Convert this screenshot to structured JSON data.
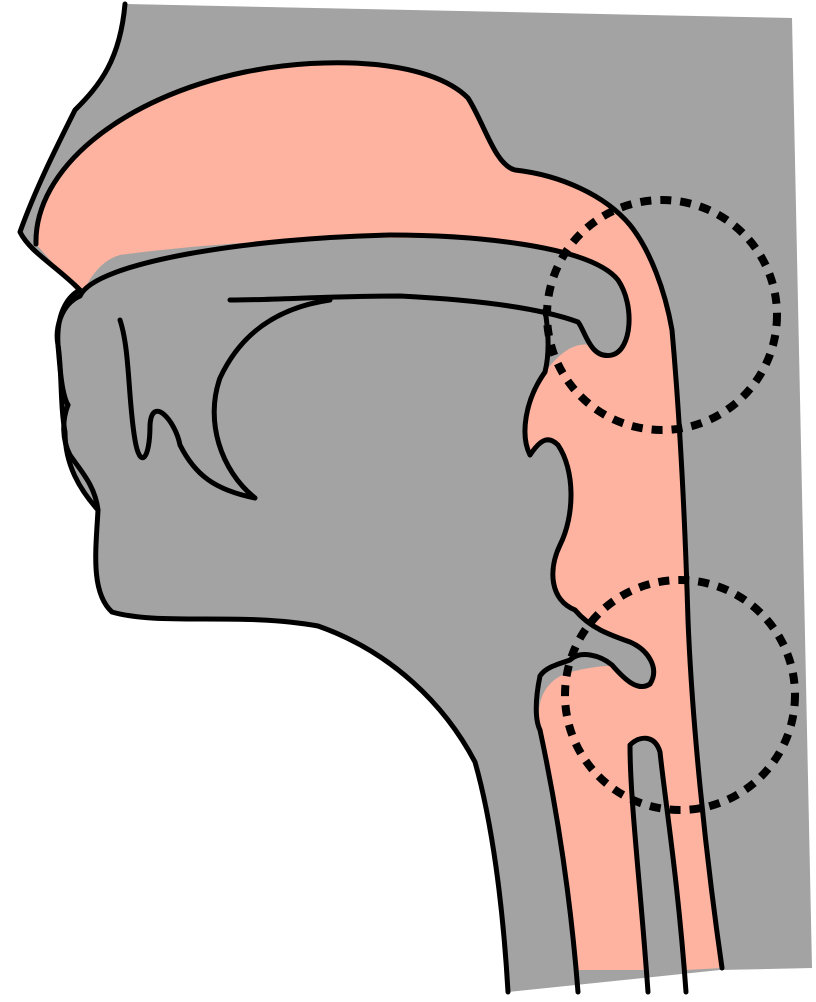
{
  "diagram": {
    "kind": "sagittal section of head and neck",
    "labels": [],
    "colors": {
      "tissue": "#a3a3a3",
      "airway": "#fdb39f",
      "outline": "#000000",
      "background": "#ffffff"
    },
    "regions": [
      {
        "name": "nasal-cavity",
        "fill": "airway"
      },
      {
        "name": "oral-cavity",
        "fill": "airway"
      },
      {
        "name": "pharynx",
        "fill": "airway"
      },
      {
        "name": "larynx",
        "fill": "airway"
      },
      {
        "name": "trachea",
        "fill": "airway"
      },
      {
        "name": "esophagus",
        "fill": "airway"
      },
      {
        "name": "tongue",
        "fill": "tissue"
      },
      {
        "name": "soft-palate",
        "fill": "tissue"
      },
      {
        "name": "epiglottis",
        "fill": "tissue"
      }
    ],
    "highlights": [
      {
        "name": "soft-palate-region",
        "style": "dotted circle"
      },
      {
        "name": "epiglottis-larynx-region",
        "style": "dotted circle"
      }
    ]
  }
}
